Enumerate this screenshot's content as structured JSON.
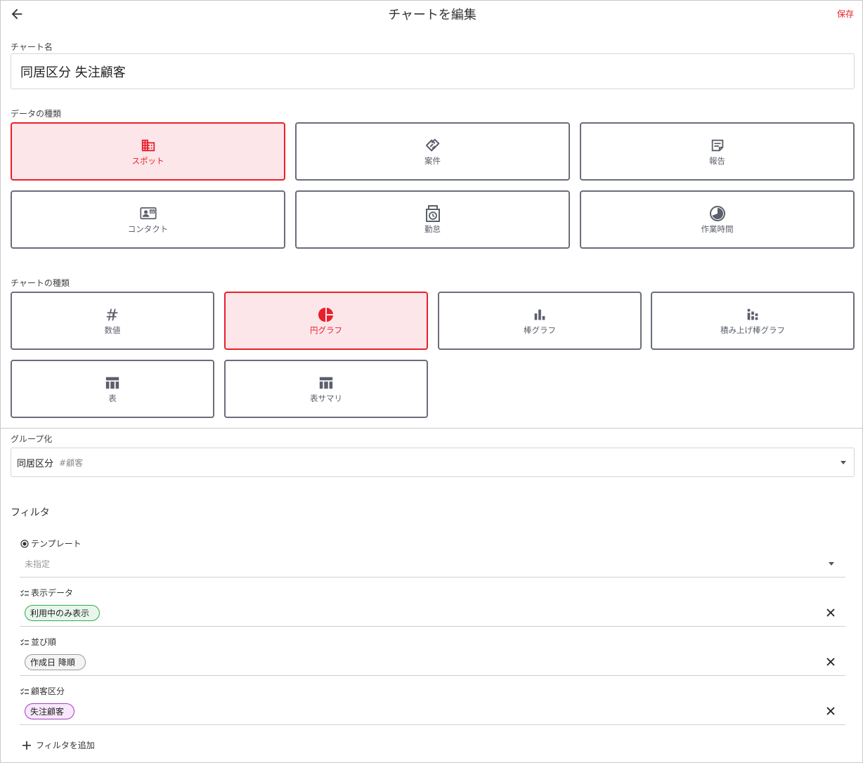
{
  "header": {
    "title": "チャートを編集",
    "save_label": "保存"
  },
  "chart_name": {
    "label": "チャート名",
    "value": "同居区分 失注顧客"
  },
  "data_type": {
    "label": "データの種類",
    "options": [
      {
        "label": "スポット",
        "icon": "building-icon",
        "selected": true
      },
      {
        "label": "案件",
        "icon": "handshake-icon",
        "selected": false
      },
      {
        "label": "報告",
        "icon": "note-icon",
        "selected": false
      },
      {
        "label": "コンタクト",
        "icon": "contact-card-icon",
        "selected": false
      },
      {
        "label": "勤怠",
        "icon": "timer-icon",
        "selected": false
      },
      {
        "label": "作業時間",
        "icon": "clock-pie-icon",
        "selected": false
      }
    ]
  },
  "chart_type": {
    "label": "チャートの種類",
    "options": [
      {
        "label": "数値",
        "icon": "hash-icon",
        "selected": false
      },
      {
        "label": "円グラフ",
        "icon": "pie-chart-icon",
        "selected": true
      },
      {
        "label": "棒グラフ",
        "icon": "bar-chart-icon",
        "selected": false
      },
      {
        "label": "積み上げ棒グラフ",
        "icon": "stacked-bar-icon",
        "selected": false
      },
      {
        "label": "表",
        "icon": "table-icon",
        "selected": false
      },
      {
        "label": "表サマリ",
        "icon": "table-summary-icon",
        "selected": false
      }
    ]
  },
  "grouping": {
    "label": "グループ化",
    "value": "同居区分",
    "tag": "#顧客"
  },
  "filters": {
    "title": "フィルタ",
    "template": {
      "label": "テンプレート",
      "placeholder": "未指定"
    },
    "items": [
      {
        "label": "表示データ",
        "chip": "利用中のみ表示",
        "color": "#2eaa4c"
      },
      {
        "label": "並び順",
        "chip": "作成日 降順",
        "color": "#9a9a9a"
      },
      {
        "label": "顧客区分",
        "chip": "失注顧客",
        "color": "#a23dc3"
      }
    ],
    "add_label": "フィルタを追加"
  },
  "colors": {
    "accent": "#e8202a",
    "selected_bg": "#fde6ea",
    "tile_border": "#6a6e7a"
  }
}
